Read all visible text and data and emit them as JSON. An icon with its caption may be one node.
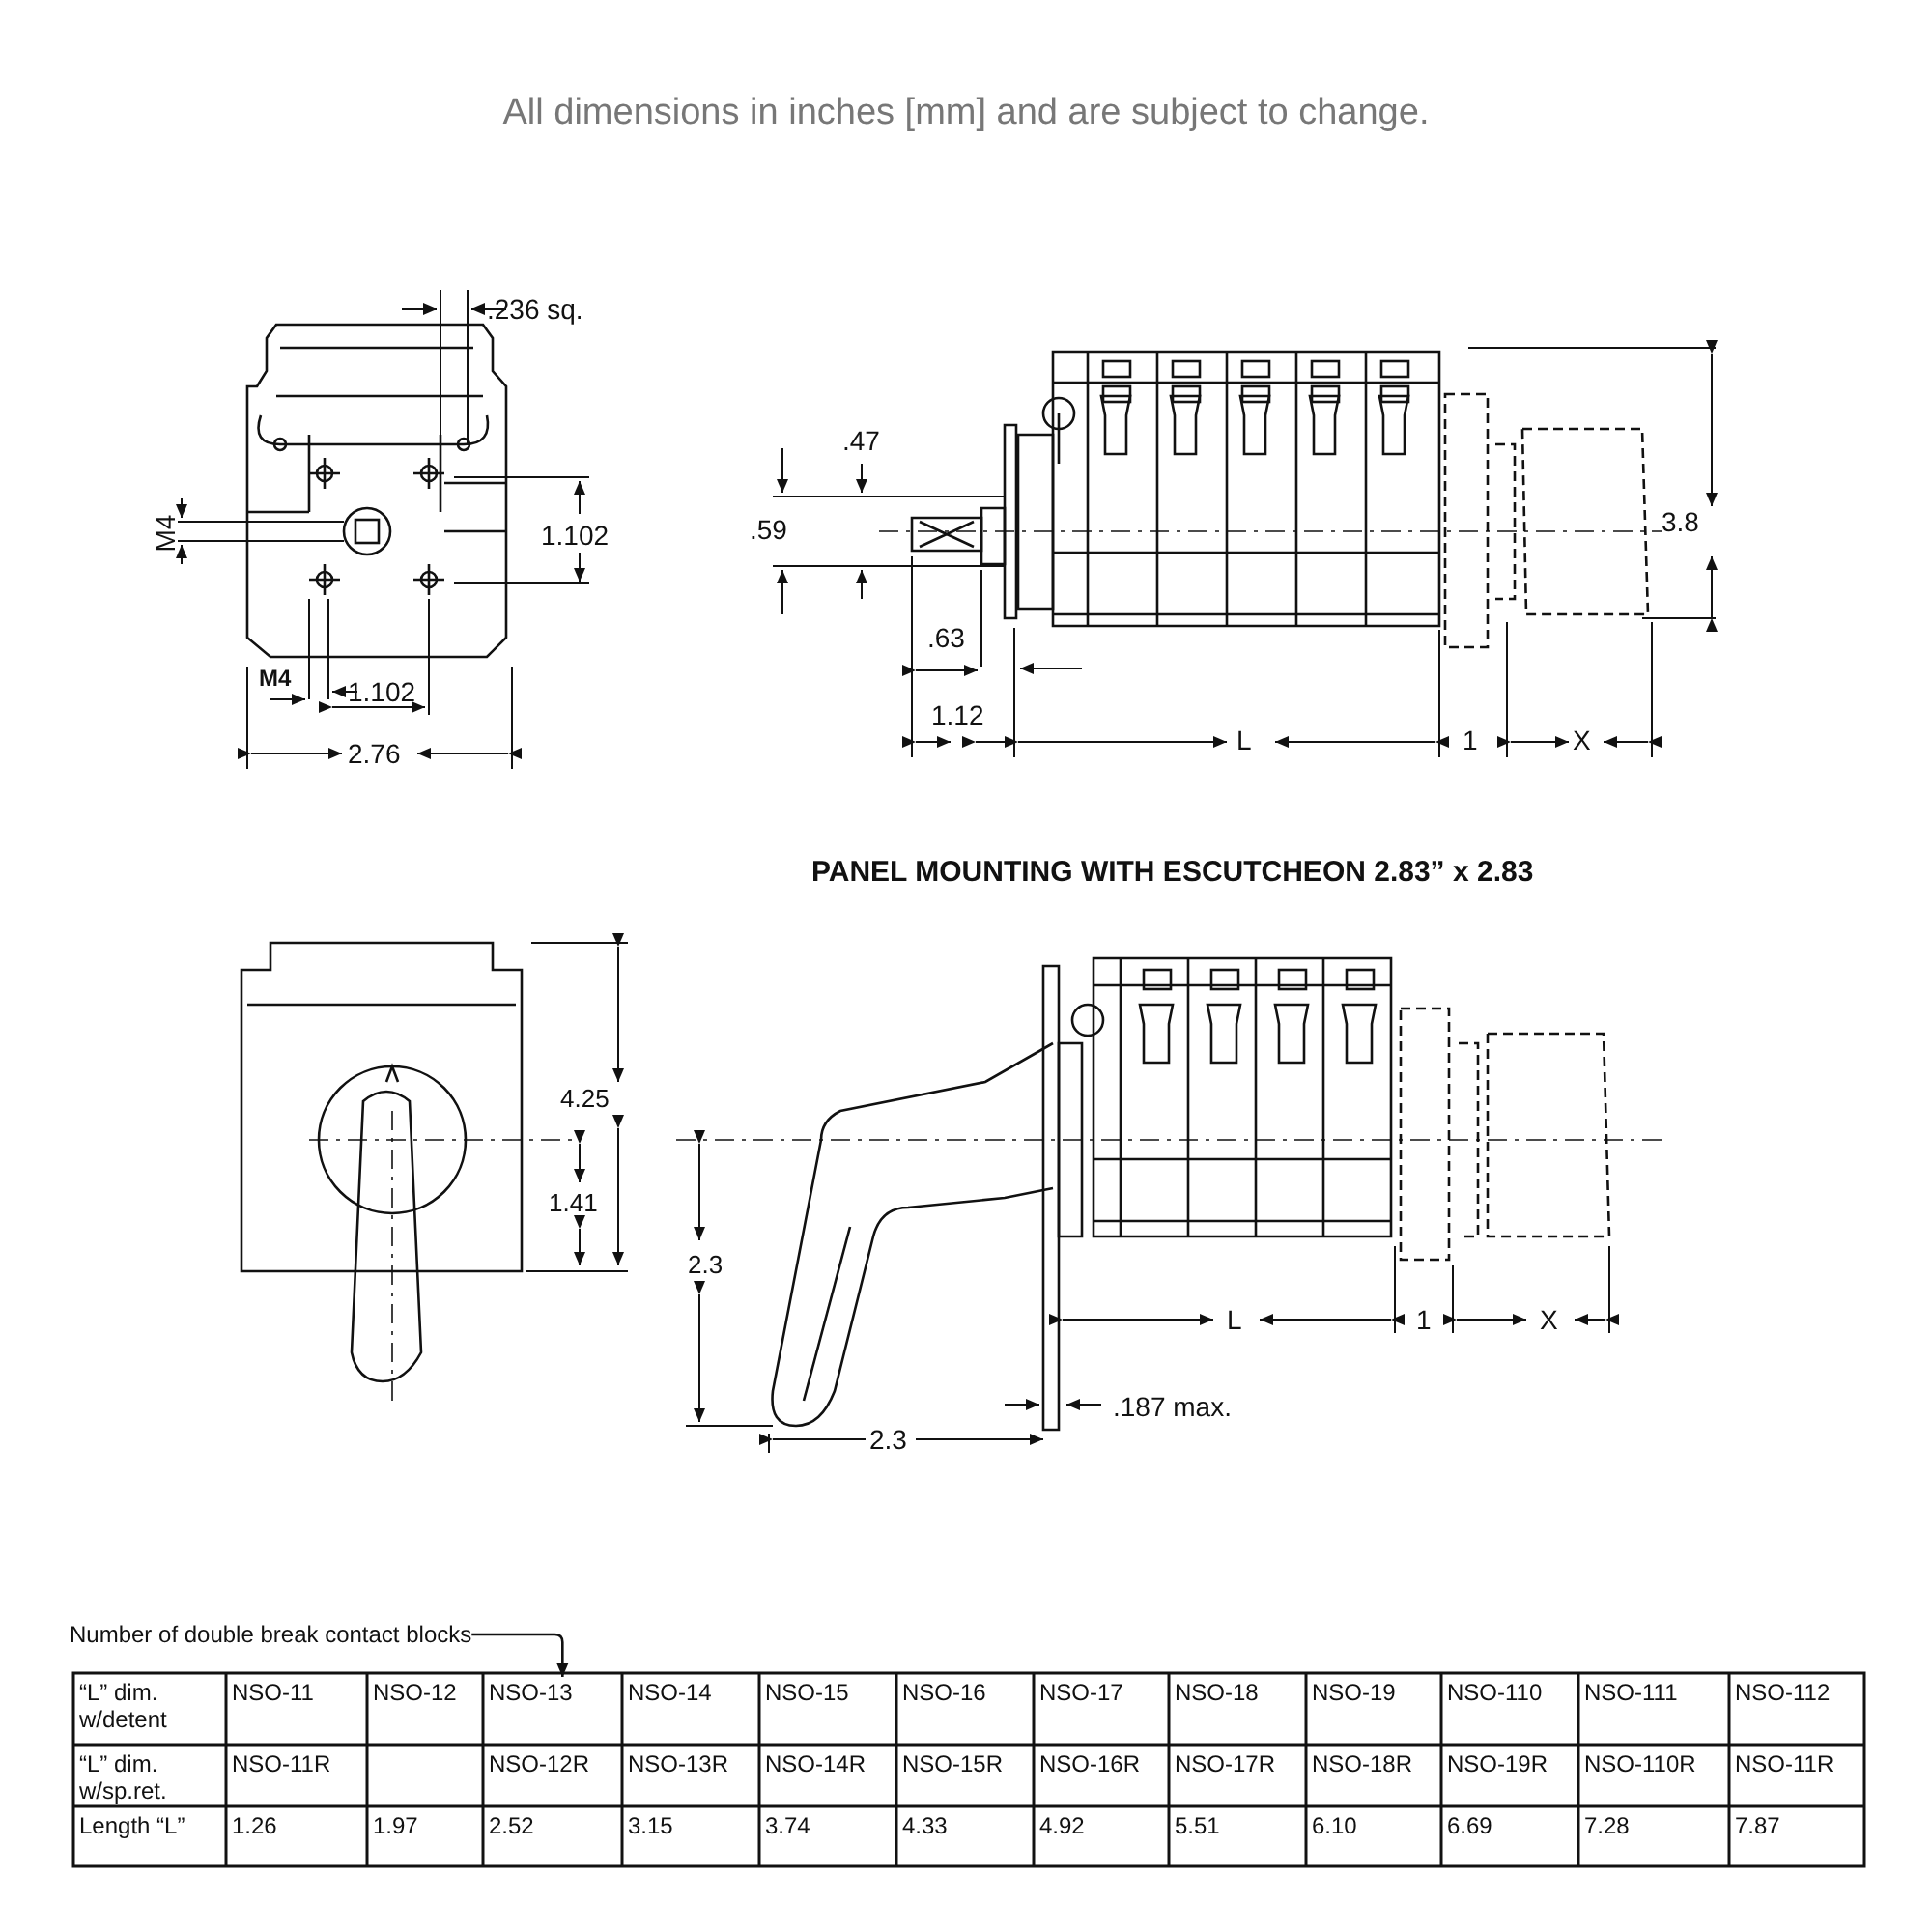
{
  "diagram": {
    "title": "All dimensions in inches [mm] and are subject to change.",
    "nodes": [
      {
        "text": [
          "Number of double break contact blocks"
        ]
      },
      {
        "text": [
          "NSO-13"
        ]
      }
    ],
    "edges": [
      {
        "from": 0,
        "to": 1,
        "arrow": "to"
      }
    ],
    "labels": [
      ".236 sq.",
      "M4",
      "1.102",
      "M4",
      "1.102",
      "2.76",
      ".47",
      ".59",
      "3.8",
      ".63",
      "1.12",
      "L",
      "1",
      "X",
      "PANEL MOUNTING WITH ESCUTCHEON 2.83” x 2.83",
      "4.25",
      "1.41",
      "2.3",
      "L",
      "1",
      "X",
      ".187 max.",
      "2.3",
      "“L” dim. w/detent",
      "NSO-11",
      "NSO-12",
      "NSO-14",
      "NSO-15",
      "NSO-16",
      "NSO-17",
      "NSO-18",
      "NSO-19",
      "NSO-110",
      "NSO-111",
      "NSO-112",
      "“L” dim. w/sp.ret.",
      "NSO-11R",
      "NSO-12R",
      "NSO-13R",
      "NSO-14R",
      "NSO-15R",
      "NSO-16R",
      "NSO-17R",
      "NSO-18R",
      "NSO-19R",
      "NSO-110R",
      "NSO-11R",
      "Length “L”",
      "1.26",
      "1.97",
      "2.52",
      "3.15",
      "3.74",
      "4.33",
      "4.92",
      "5.51",
      "6.10",
      "6.69",
      "7.28",
      "7.87"
    ]
  }
}
